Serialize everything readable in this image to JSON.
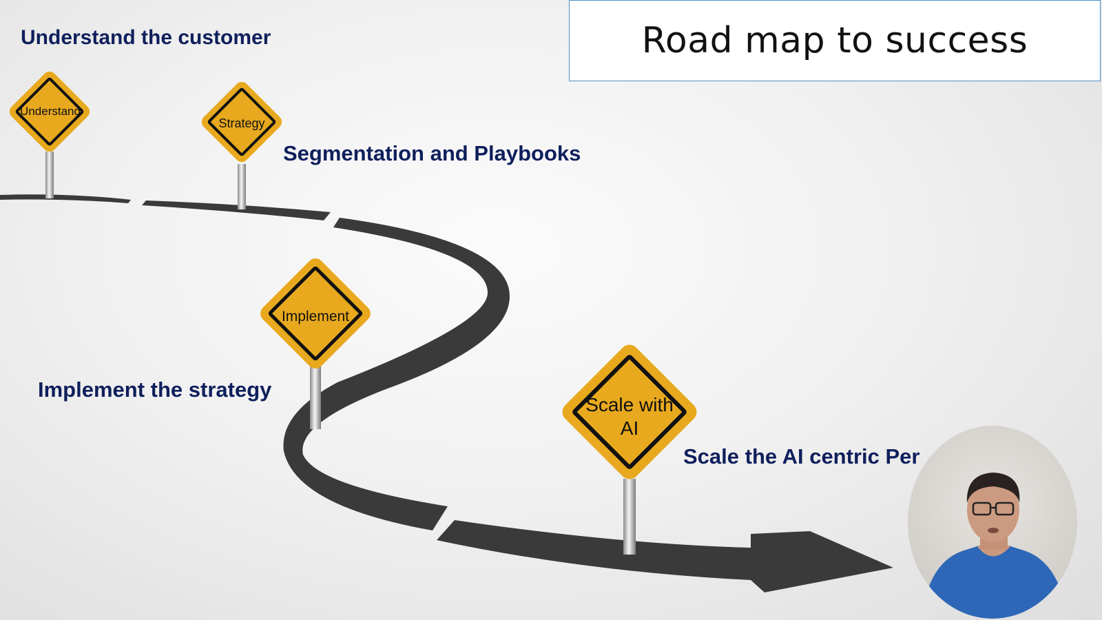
{
  "slide": {
    "title": "Road map to success",
    "labels": {
      "understand": "Understand the customer",
      "segmentation": "Segmentation and Playbooks",
      "implement": "Implement the strategy",
      "scale": "Scale the AI centric Per"
    },
    "signs": {
      "understand": "Understand",
      "strategy": "Strategy",
      "implement": "Implement",
      "scale_line1": "Scale with",
      "scale_line2": "AI"
    }
  },
  "colors": {
    "label_text": "#0f1f5c",
    "sign_fill": "#e8a91e",
    "sign_border": "#111111",
    "road": "#3a3a3a",
    "title_border": "#4f8fc7",
    "shirt": "#2e67b8"
  },
  "webcam": {
    "icon": "presenter-video"
  }
}
